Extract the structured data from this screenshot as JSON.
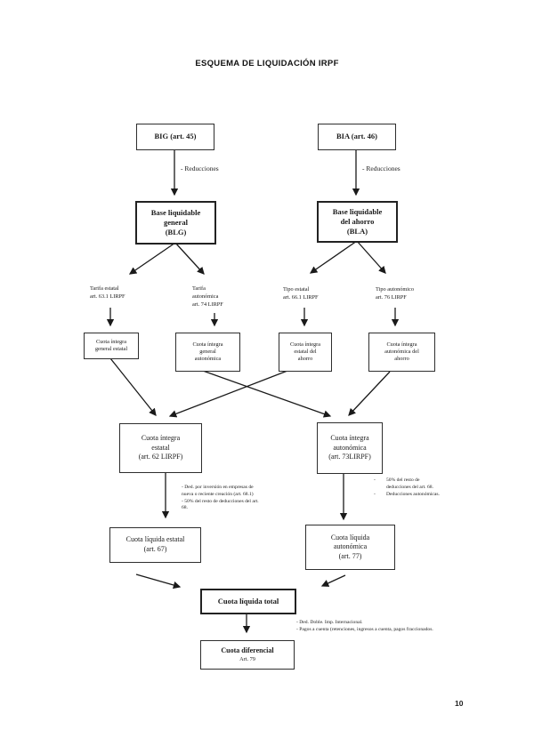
{
  "title": "ESQUEMA DE LIQUIDACIÓN IRPF",
  "page_number": "10",
  "boxes": {
    "big": "BIG (art. 45)",
    "bia": "BIA (art. 46)",
    "blg": [
      "Base liquidable",
      "general",
      "(BLG)"
    ],
    "bla": [
      "Base liquidable",
      "del ahorro",
      "(BLA)"
    ],
    "ci_general_estatal": [
      "Cuota íntegra",
      "general estatal"
    ],
    "ci_general_autonomica": [
      "Cuota íntegra",
      "general",
      "autonómica"
    ],
    "ci_estatal_ahorro": [
      "Cuota íntegra",
      "estatal del",
      "ahorro"
    ],
    "ci_autonomica_ahorro": [
      "Cuota íntegra",
      "autonómica del",
      "ahorro"
    ],
    "ci_estatal": [
      "Cuota íntegra",
      "estatal",
      "(art. 62 LIRPF)"
    ],
    "ci_autonomica": [
      "Cuota íntegra",
      "autonómica",
      "(art. 73LIRPF)"
    ],
    "cl_estatal": [
      "Cuota líquida estatal",
      "(art. 67)"
    ],
    "cl_autonomica": [
      "Cuota líquida",
      "autonómica",
      "(art. 77)"
    ],
    "cl_total": "Cuota líquida total",
    "diferencial": [
      "Cuota diferencial",
      "Art. 79"
    ]
  },
  "labels": {
    "reducciones_left": "- Reducciones",
    "reducciones_right": "- Reducciones",
    "tarifa_estatal": [
      "Tarifa estatal",
      "art. 63.1 LIRPF"
    ],
    "tarifa_autonomica": [
      "Tarifa",
      "autonómica",
      "art. 74 LIRPF"
    ],
    "tipo_estatal": [
      "Tipo estatal",
      "art. 66.1 LIRPF"
    ],
    "tipo_autonomico": [
      "Tipo autonómico",
      "art. 76 LIRPF"
    ]
  },
  "notes": {
    "left": [
      "- Ded. por inversión en empresas de",
      "nueva o reciente creación (art. 68.1)",
      "- 50% del resto de deducciones del art.",
      "68."
    ],
    "right": [
      {
        "dash": "-",
        "text": "50% del resto de\ndeducciones del art. 68."
      },
      {
        "dash": "-",
        "text": "Deducciones autonómicas."
      }
    ],
    "bottom": [
      "- Ded. Doble. Imp. Internacional.",
      "- Pagos a cuenta (retenciones, ingresos a cuenta, pagos fraccionados."
    ]
  },
  "colors": {
    "ink": "#1a1a1a",
    "border": "#2e2e2e",
    "background": "#ffffff"
  }
}
